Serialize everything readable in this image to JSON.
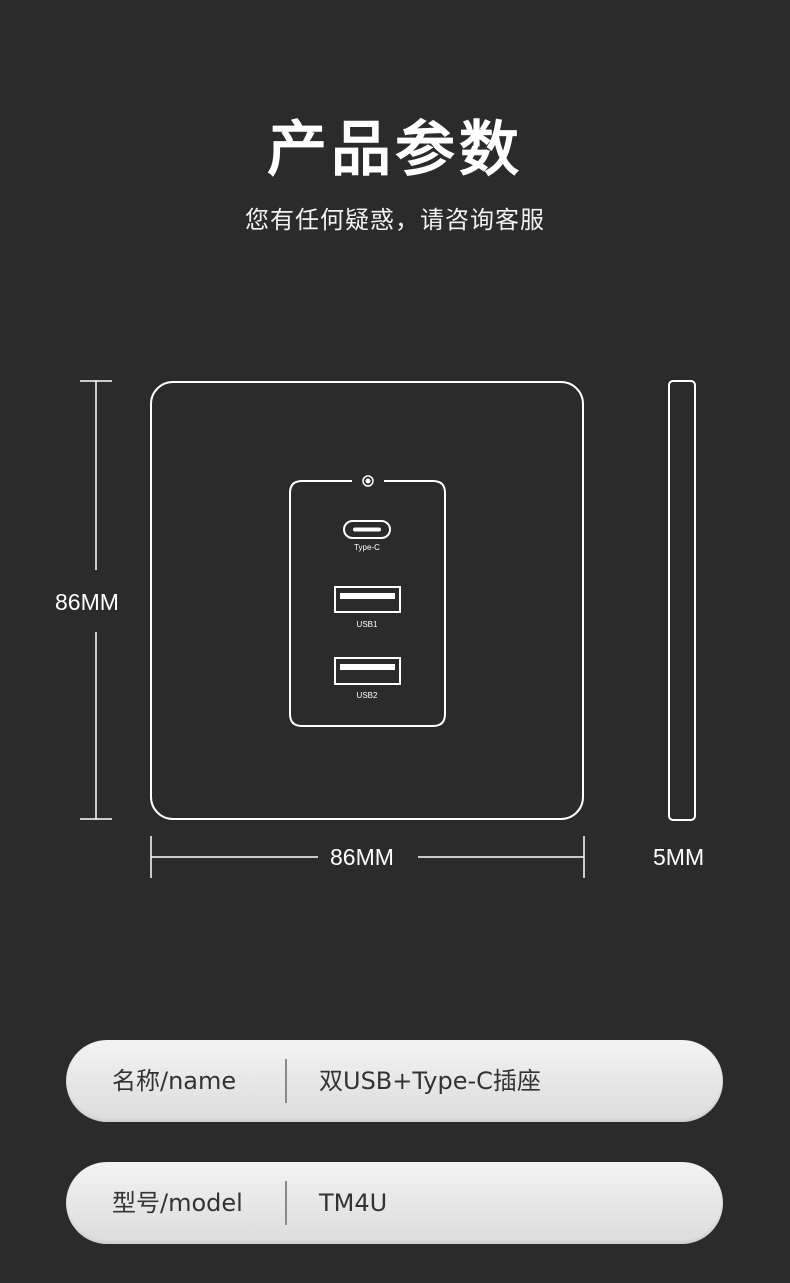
{
  "header": {
    "title": "产品参数",
    "subtitle": "您有任何疑惑，请咨询客服"
  },
  "diagram": {
    "height_label": "86MM",
    "width_label": "86MM",
    "depth_label": "5MM",
    "ports": [
      {
        "label": "Type-C",
        "icon": "usb-c-port-icon"
      },
      {
        "label": "USB1",
        "icon": "usb-a-port-icon"
      },
      {
        "label": "USB2",
        "icon": "usb-a-port-icon"
      }
    ],
    "indicator_icon": "indicator-light-icon"
  },
  "specs": [
    {
      "key": "名称/name",
      "value": "双USB+Type-C插座"
    },
    {
      "key": "型号/model",
      "value": "TM4U"
    }
  ],
  "colors": {
    "background": "#2b2b2b",
    "line": "#ffffff",
    "pill": "#e8e8e8"
  }
}
